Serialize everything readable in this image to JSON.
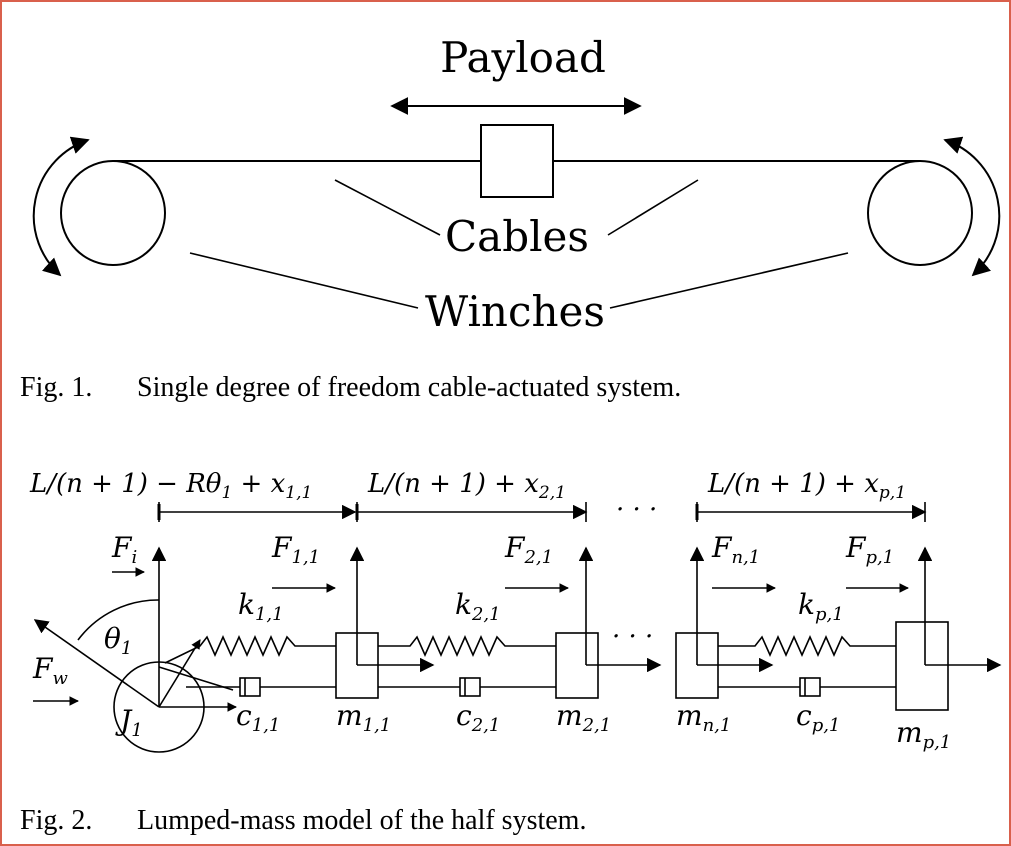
{
  "fig1": {
    "payload_label": "Payload",
    "cables_label": "Cables",
    "winches_label": "Winches",
    "caption_num": "Fig. 1.",
    "caption_text": "Single degree of freedom cable-actuated system."
  },
  "fig2": {
    "dim_labels": {
      "d1": "L/(n + 1) − Rθ",
      "d1_sub": "1",
      "d1_tail": " + x",
      "d1_tail_sub": "1,1",
      "d2": "L/(n + 1) + x",
      "d2_sub": "2,1",
      "d3": "L/(n + 1) + x",
      "d3_sub": "p,1"
    },
    "ellipsis": "· · ·",
    "force_main": "F",
    "forces": {
      "fi_sub": "i",
      "f11_sub": "1,1",
      "f21_sub": "2,1",
      "fn1_sub": "n,1",
      "fp1_sub": "p,1",
      "fw_sub": "w"
    },
    "theta": "θ",
    "theta_sub": "1",
    "inertia": "J",
    "inertia_sub": "1",
    "k_main": "k",
    "k11_sub": "1,1",
    "k21_sub": "2,1",
    "kp1_sub": "p,1",
    "c_main": "c",
    "c11_sub": "1,1",
    "c21_sub": "2,1",
    "cp1_sub": "p,1",
    "m_main": "m",
    "m11_sub": "1,1",
    "m21_sub": "2,1",
    "mn1_sub": "n,1",
    "mp1_sub": "p,1",
    "caption_num": "Fig. 2.",
    "caption_text": "Lumped-mass model of the half system."
  }
}
